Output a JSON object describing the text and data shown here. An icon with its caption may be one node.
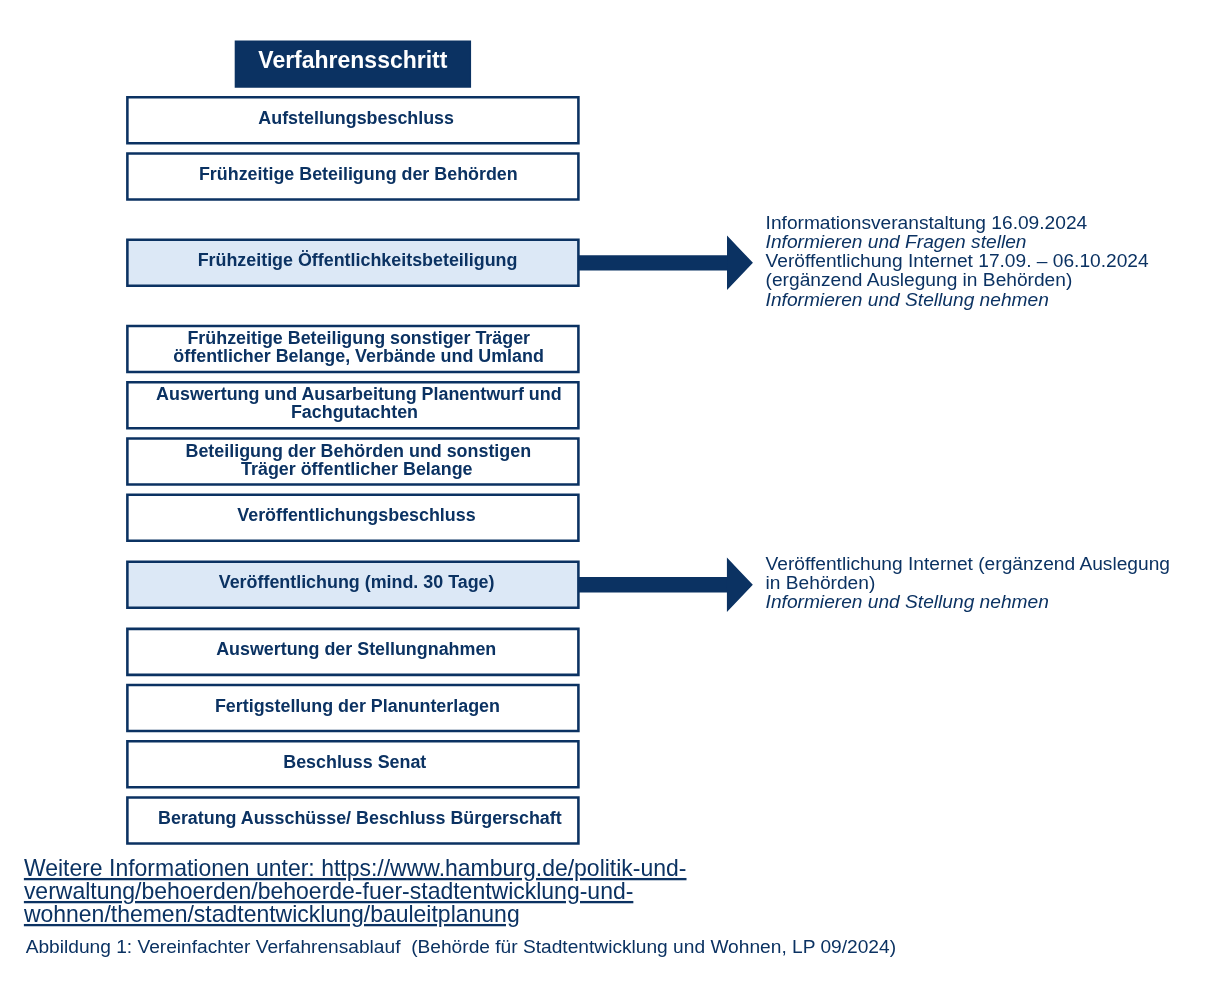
{
  "diagram": {
    "caption": "Abbildung 1: Vereinfachter Verfahrensablauf  (Behörde für Stadtentwicklung und Wohnen, LP 09/2024)",
    "nodes": [
      {
        "text": [
          "Verfahrensschritt"
        ]
      },
      {
        "text": [
          "Aufstellungsbeschluss"
        ]
      },
      {
        "text": [
          "Frühzeitige Beteiligung der Behörden"
        ]
      },
      {
        "text": [
          "Frühzeitige Öffentlichkeitsbeteiligung"
        ]
      },
      {
        "text": [
          "Frühzeitige Beteiligung sonstiger Träger öffentlicher Belange, Verbände und Umland"
        ]
      },
      {
        "text": [
          "Auswertung und Ausarbeitung Planentwurf und Fachgutachten"
        ]
      },
      {
        "text": [
          "Beteiligung der Behörden und sonstigen Träger öffentlicher Belange"
        ]
      },
      {
        "text": [
          "Veröffentlichungsbeschluss"
        ]
      },
      {
        "text": [
          "Veröffentlichung (mind. 30 Tage)"
        ]
      },
      {
        "text": [
          "Auswertung der Stellungnahmen"
        ]
      },
      {
        "text": [
          "Fertigstellung der Planunterlagen"
        ]
      },
      {
        "text": [
          "Beschluss Senat"
        ]
      },
      {
        "text": [
          "Beratung Ausschüsse/ Beschluss Bürgerschaft"
        ]
      },
      {
        "text": [
          "Informationsveranstaltung 16.09.2024",
          "Informieren und Fragen stellen",
          "Veröffentlichung Internet 17.09. – 06.10.2024 (ergänzend Auslegung in Behörden)",
          "Informieren und Stellung nehmen"
        ]
      },
      {
        "text": [
          "Veröffentlichung Internet (ergänzend Auslegung in Behörden)",
          "Informieren und Stellung nehmen"
        ]
      }
    ],
    "edges": [
      {
        "from": 3,
        "to": 13,
        "arrow": "to"
      },
      {
        "from": 8,
        "to": 14,
        "arrow": "to"
      }
    ],
    "labels": [
      "Weitere Informationen unter: https://www.hamburg.de/politik-und-verwaltung/behoerden/behoerde-fuer-stadtentwicklung-und-wohnen/themen/stadtentwicklung/bauleitplanung"
    ]
  }
}
